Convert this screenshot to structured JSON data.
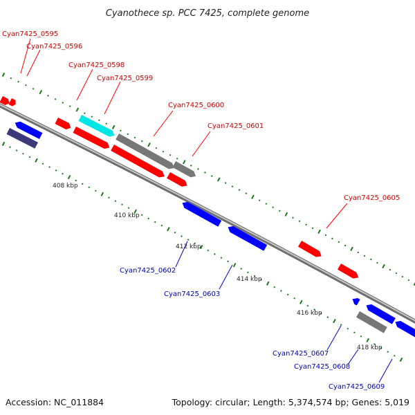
{
  "title": "Cyanothece sp. PCC 7425, complete genome",
  "footer": {
    "accession": "Accession: NC_011884",
    "topology": "Topology: circular; Length: 5,374,574 bp; Genes: 5,019"
  },
  "colors": {
    "forward": "#ff0000",
    "reverse": "#0000ff",
    "rna": "#00e5e5",
    "pseudo": "#777777",
    "other_reverse": "#3a3a7a",
    "backbone": "#999999",
    "tick": "#1a7a1a",
    "forward_label": "#cc0000",
    "reverse_label": "#0000aa"
  },
  "scale_labels": [
    "408 kbp",
    "410 kbp",
    "412 kbp",
    "414 kbp",
    "416 kbp",
    "418 kbp"
  ],
  "gene_labels": [
    {
      "text": "Cyan7425_0595",
      "strand": "forward"
    },
    {
      "text": "Cyan7425_0596",
      "strand": "forward"
    },
    {
      "text": "Cyan7425_0598",
      "strand": "forward"
    },
    {
      "text": "Cyan7425_0599",
      "strand": "forward"
    },
    {
      "text": "Cyan7425_0600",
      "strand": "forward"
    },
    {
      "text": "Cyan7425_0601",
      "strand": "forward"
    },
    {
      "text": "Cyan7425_0605",
      "strand": "forward"
    },
    {
      "text": "Cyan7425_0602",
      "strand": "reverse"
    },
    {
      "text": "Cyan7425_0603",
      "strand": "reverse"
    },
    {
      "text": "Cyan7425_0607",
      "strand": "reverse"
    },
    {
      "text": "Cyan7425_0608",
      "strand": "reverse"
    },
    {
      "text": "Cyan7425_0609",
      "strand": "reverse"
    }
  ]
}
